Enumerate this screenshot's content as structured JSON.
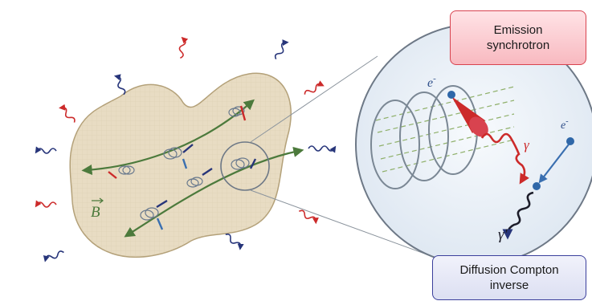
{
  "labels": {
    "emission_line1": "Emission",
    "emission_line2": "synchrotron",
    "compton_line1": "Diffusion Compton",
    "compton_line2": "inverse",
    "field": "B",
    "electron_top": "e",
    "electron_right": "e",
    "electron_superscript": "-",
    "gamma": "γ",
    "gamma_prime": "γ'"
  },
  "colors": {
    "cloud_fill": "#e8dcc3",
    "cloud_stroke": "#b3a078",
    "field_line": "#4c7a3c",
    "photon_red": "#cc2a2a",
    "photon_blue": "#27357a",
    "circle_fill": "#e7eff7",
    "circle_stroke": "#6d7886",
    "helix": "#7a8794",
    "electron": "#2f67a8"
  }
}
